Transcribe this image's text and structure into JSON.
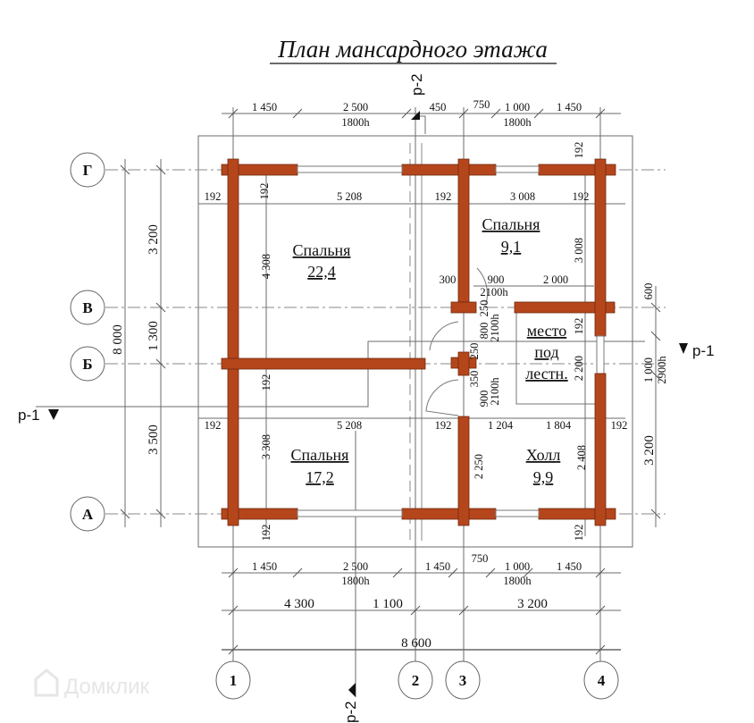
{
  "title": "План мансардного этажа",
  "colors": {
    "wall": "#b5461c",
    "line": "#6b6b6b",
    "text": "#111111"
  },
  "axes": {
    "horizontal": [
      "Г",
      "В",
      "Б",
      "А"
    ],
    "vertical": [
      "1",
      "2",
      "3",
      "4"
    ]
  },
  "sections": {
    "p1_left": "р-1",
    "p1_right": "р-1",
    "p2_top": "р-2",
    "p2_bottom": "р-2"
  },
  "rooms": [
    {
      "name": "Спальня",
      "area": "22,4"
    },
    {
      "name": "Спальня",
      "area": "9,1"
    },
    {
      "name": "Спальня",
      "area": "17,2"
    },
    {
      "name": "Холл",
      "area": "9,9"
    },
    {
      "name": "место",
      "line2": "под",
      "line3": "лестн."
    }
  ],
  "dims_top": {
    "segments": [
      "1 450",
      "2 500",
      "450",
      "750",
      "1 000",
      "1 450"
    ],
    "window_heights": [
      "1800h",
      "1800h"
    ]
  },
  "dims_bottom": {
    "segments": [
      "1 450",
      "2 500",
      "1 450",
      "750",
      "1 000",
      "1 450"
    ],
    "window_heights": [
      "1800h",
      "1800h"
    ],
    "axis_spans": [
      "4 300",
      "1 100",
      "3 200"
    ],
    "total": "8 600"
  },
  "dims_left": {
    "spans": [
      "3 200",
      "1 300",
      "3 500"
    ],
    "total": "8 000"
  },
  "dims_right": {
    "spans": [
      "600",
      "1 000",
      "3 200"
    ],
    "window_height": "2900h"
  },
  "interior_dims": {
    "bed1_width": "5 208",
    "bed1_height": "4 308",
    "bed2_width": "3 008",
    "bed2_height": "3 008",
    "bed3_width": "5 208",
    "bed3_height": "3 308",
    "hall_left": "1 204",
    "hall_right": "1 804",
    "hall_height_left": "2 250",
    "hall_height_right": "2 408",
    "stair_height": "2 200",
    "wall": "192",
    "door_offset": "300",
    "door_width": "900",
    "door_height": "2100h",
    "corridor_right": "2 000",
    "door_v1": "250",
    "door_v2": "800",
    "door_v3": "250",
    "door_v4": "350",
    "door_v5": "900",
    "door_h2": "2100h",
    "door_h3": "2100h",
    "bottom_750": "750"
  },
  "watermark": "Домклик"
}
